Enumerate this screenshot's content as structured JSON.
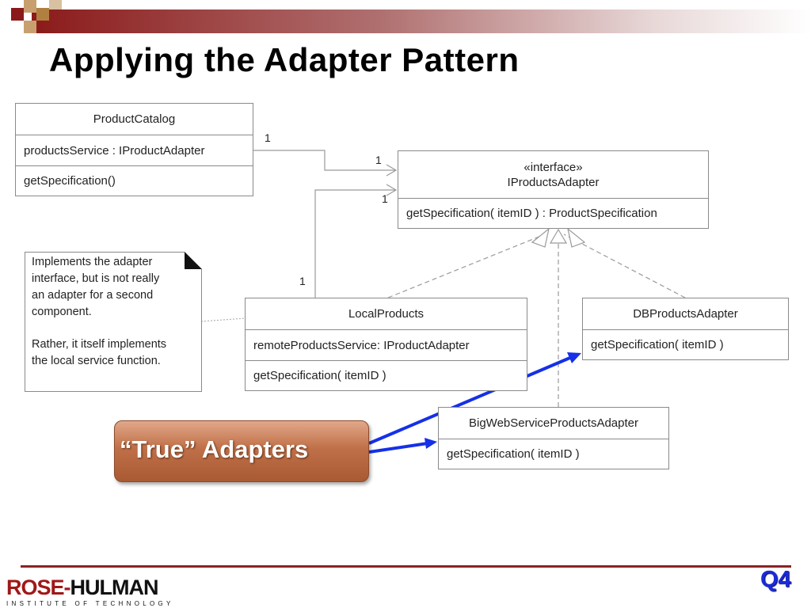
{
  "slide": {
    "title": "Applying the Adapter Pattern",
    "question_tag": "Q4",
    "colors": {
      "accent": "#8b2323",
      "callout": "#b5653c",
      "arrow": "#1530e8",
      "tag": "#1a2bd8"
    }
  },
  "classes": {
    "product_catalog": {
      "name": "ProductCatalog",
      "attribute": "productsService : IProductAdapter",
      "method": "getSpecification()"
    },
    "iproducts_adapter": {
      "stereotype": "«interface»",
      "name": "IProductsAdapter",
      "method": "getSpecification( itemID ) : ProductSpecification"
    },
    "local_products": {
      "name": "LocalProducts",
      "attribute": "remoteProductsService: IProductAdapter",
      "method": "getSpecification( itemID )"
    },
    "db_products_adapter": {
      "name": "DBProductsAdapter",
      "method": "getSpecification( itemID )"
    },
    "bigweb_adapter": {
      "name": "BigWebServiceProductsAdapter",
      "method": "getSpecification( itemID )"
    }
  },
  "note": {
    "line1": "Implements the adapter",
    "line2": "interface, but is not really",
    "line3": "an adapter for a second",
    "line4": "component.",
    "line5": "Rather, it itself implements",
    "line6": "the local service function."
  },
  "multiplicities": {
    "catalog_end": "1",
    "interface_end_a": "1",
    "interface_end_b": "1",
    "local_end": "1"
  },
  "callout": {
    "label": "“True” Adapters"
  },
  "logo": {
    "rose": "ROSE-",
    "hulman": "HULMAN",
    "subtitle": "INSTITUTE OF TECHNOLOGY"
  }
}
